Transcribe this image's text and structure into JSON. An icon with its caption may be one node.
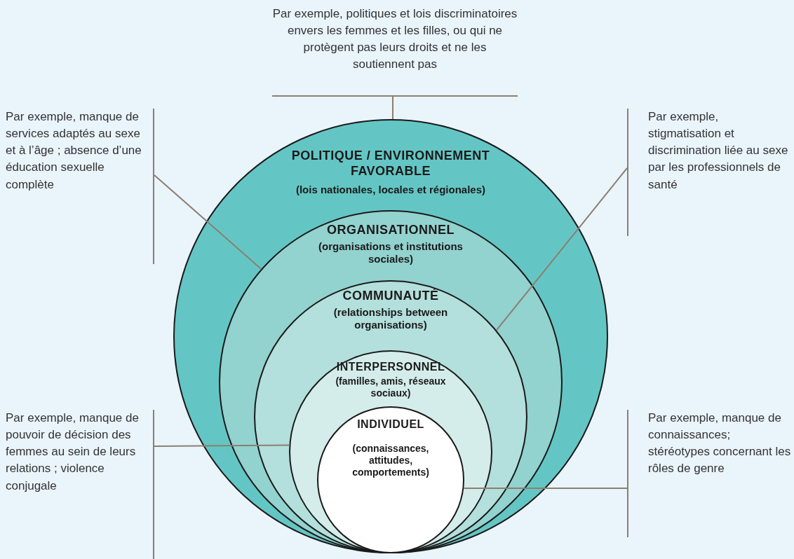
{
  "diagram": {
    "nodes": [
      {
        "text": [
          "POLITIQUE / ENVIRONNEMENT FAVORABLE",
          "(lois nationales, locales et régionales)"
        ]
      },
      {
        "text": [
          "ORGANISATIONNEL",
          "(organisations et institutions sociales)"
        ],
        "in": 0
      },
      {
        "text": [
          "COMMUNAUTÉ",
          "(relationships between organisations)"
        ],
        "in": 1
      },
      {
        "text": [
          "INTERPERSONNEL",
          "(familles, amis, réseaux sociaux)"
        ],
        "in": 2
      },
      {
        "text": [
          "INDIVIDUEL",
          "(connaissances, attitudes, comportements)"
        ],
        "in": 3
      },
      {
        "text": [
          "Par exemple, politiques et lois discriminatoires envers les femmes et les filles, ou qui ne protègent pas leurs droits et ne les soutiennent pas"
        ]
      },
      {
        "text": [
          "Par exemple, manque de services adaptés au sexe et à l’âge ; absence d’une éducation sexuelle complète"
        ]
      },
      {
        "text": [
          "Par exemple, stigmatisation et discrimination liée au sexe par les professionnels de santé"
        ]
      },
      {
        "text": [
          "Par exemple, manque de pouvoir de décision des femmes au sein de leurs relations ; violence conjugale"
        ]
      },
      {
        "text": [
          "Par exemple, manque de connaissances; stéréotypes concernant les rôles de genre"
        ]
      }
    ],
    "edges": [
      {
        "from": 5,
        "to": 0,
        "arrow": "none"
      },
      {
        "from": 6,
        "to": 1,
        "arrow": "none"
      },
      {
        "from": 7,
        "to": 2,
        "arrow": "none"
      },
      {
        "from": 8,
        "to": 3,
        "arrow": "none"
      },
      {
        "from": 9,
        "to": 4,
        "arrow": "none"
      }
    ]
  }
}
